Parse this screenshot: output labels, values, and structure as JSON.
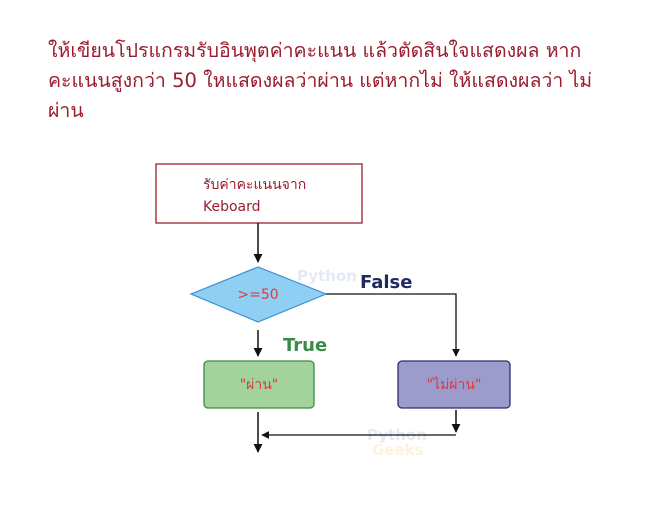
{
  "question": {
    "line1": "ให้เขียนโปรแกรมรับอินพุตค่าคะแนน แล้วตัดสินใจแสดงผล หาก",
    "line2": "คะแนนสูงกว่า 50 ใหแสดงผลว่าผ่าน แต่หากไม่ ให้แสดงผลว่า ไม่",
    "line3": "ผ่าน"
  },
  "flowchart": {
    "input_line1": "รับค่าคะแนนจาก",
    "input_line2": "Keboard",
    "condition": ">=50",
    "true_label": "True",
    "false_label": "False",
    "true_output": "\"ผ่าน\"",
    "false_output": "\"ไม่ผ่าน\"",
    "watermark_line1": "Python",
    "watermark_line2": "Geeks",
    "colors": {
      "title": "#9b1c2e",
      "diamond": "#8ecff3",
      "true_box": "#a3d39c",
      "false_box": "#9c9ccc",
      "true_text": "#3a8a48",
      "false_text": "#1f2a5e",
      "output_text": "#e8353a"
    }
  }
}
